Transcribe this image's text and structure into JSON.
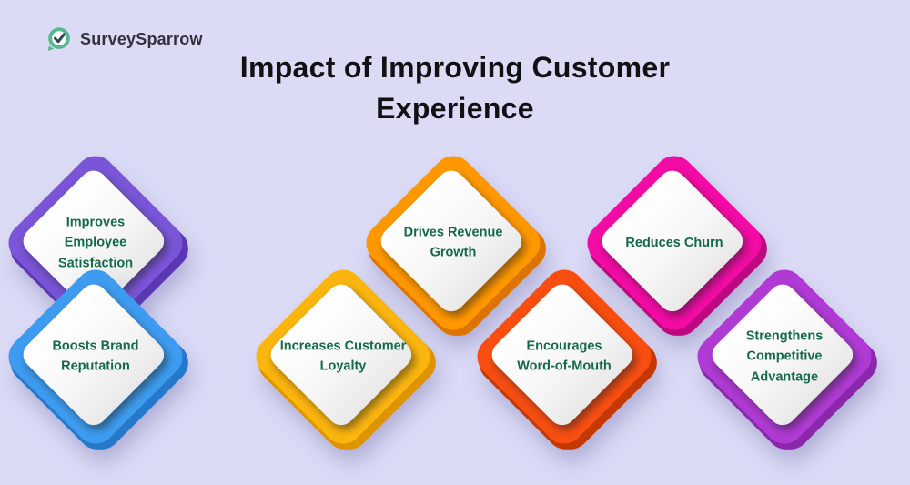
{
  "page": {
    "background": "#DBDBF6"
  },
  "logo": {
    "brand": "SurveySparrow",
    "icon": "sparrow-check-icon",
    "icon_color": "#57B78D",
    "check_color": "#2F4858",
    "text_color": "#31313C"
  },
  "title": {
    "text": "Impact of Improving Customer Experience",
    "color": "#111114"
  },
  "text_color": "#15694B",
  "cards": [
    {
      "label": "Increases Customer Loyalty",
      "color": "#FBB50F",
      "shade": "#DE9300",
      "row": "bottom"
    },
    {
      "label": "Drives Revenue Growth",
      "color": "#FF9800",
      "shade": "#DD7300",
      "row": "top"
    },
    {
      "label": "Encourages Word-of-Mouth",
      "color": "#F94E12",
      "shade": "#C43806",
      "row": "bottom"
    },
    {
      "label": "Reduces Churn",
      "color": "#F20CA5",
      "shade": "#BE0880",
      "row": "top"
    },
    {
      "label": "Strengthens Competitive Advantage",
      "color": "#B03BD4",
      "shade": "#8A27AB",
      "row": "bottom"
    },
    {
      "label": "Improves Employee Satisfaction",
      "color": "#7B55D8",
      "shade": "#5A38B2",
      "row": "top"
    },
    {
      "label": "Boosts Brand Reputation",
      "color": "#3E9CF0",
      "shade": "#2578CA",
      "row": "bottom"
    }
  ]
}
